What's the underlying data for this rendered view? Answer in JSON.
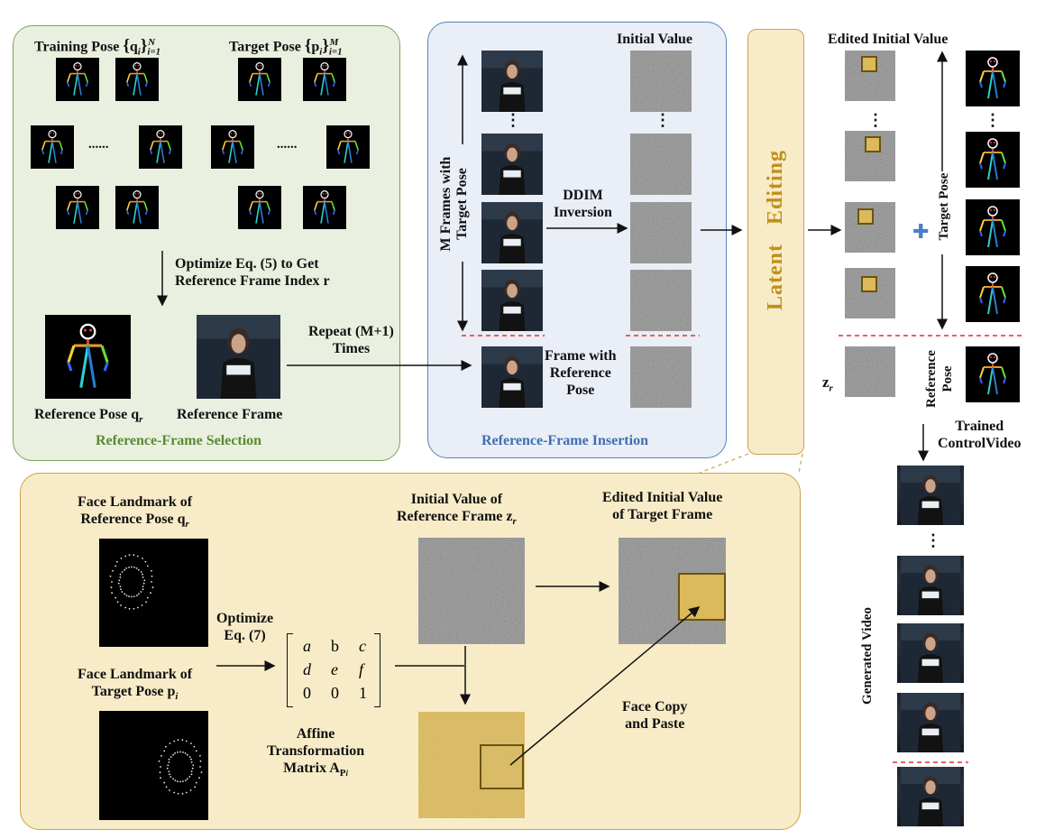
{
  "panels": {
    "selection": {
      "caption": "Reference-Frame Selection"
    },
    "insertion": {
      "caption": "Reference-Frame Insertion"
    },
    "latent": {
      "word1": "Latent",
      "word2": "Editing"
    }
  },
  "selection": {
    "training_pose": "Training Pose",
    "training_math": "{q_i}_{i=1}^N",
    "target_pose": "Target Pose",
    "target_math": "{p_i}_{i=1}^M",
    "dots": "......",
    "optimize_line1": "Optimize Eq. (5) to Get",
    "optimize_line2": "Reference Frame Index r",
    "ref_pose": "Reference Pose q",
    "ref_pose_sub": "r",
    "ref_frame": "Reference  Frame"
  },
  "repeat": {
    "line1": "Repeat (M+1)",
    "line2": "Times"
  },
  "insertion": {
    "initial_value": "Initial Value",
    "m_frames_line1": "M Frames with",
    "m_frames_line2": "Target Pose",
    "ddim_line1": "DDIM",
    "ddim_line2": "Inversion",
    "frame_ref_line1": "Frame with",
    "frame_ref_line2": "Reference",
    "frame_ref_line3": "Pose",
    "vdots": "⋮"
  },
  "right": {
    "edited_initial_value": "Edited Initial Value",
    "target_pose": "Target Pose",
    "reference_pose_line1": "Reference",
    "reference_pose_line2": "Pose",
    "zr": "z",
    "zr_sub": "r",
    "trained_line1": "Trained",
    "trained_line2": "ControlVideo",
    "generated_video": "Generated Video",
    "plus": "✚"
  },
  "bottom": {
    "face_ref_line1": "Face Landmark of",
    "face_ref_line2": "Reference Pose q",
    "face_ref_sub": "r",
    "face_tgt_line1": "Face Landmark of",
    "face_tgt_line2": "Target Pose p",
    "face_tgt_sub": "i",
    "optimize_line1": "Optimize",
    "optimize_line2": "Eq. (7)",
    "matrix": [
      [
        "a",
        "b",
        "c"
      ],
      [
        "d",
        "e",
        "f"
      ],
      [
        "0",
        "0",
        "1"
      ]
    ],
    "affine_line1": "Affine",
    "affine_line2": "Transformation",
    "affine_line3": "Matrix  A",
    "affine_sub": "P",
    "affine_subsub": "i",
    "init_ref_line1": "Initial Value of",
    "init_ref_line2": "Reference Frame z",
    "init_ref_sub": "r",
    "edited_tgt_line1": "Edited Initial Value",
    "edited_tgt_line2": "of  Target Frame",
    "face_copy_line1": "Face Copy",
    "face_copy_line2": "and Paste"
  },
  "colors": {
    "selection_bg": "#eaf0e0",
    "selection_border": "#7aa35a",
    "selection_caption": "#5a8a32",
    "insertion_bg": "#e9eef7",
    "insertion_border": "#5b83b8",
    "insertion_caption": "#3f6fb0",
    "latent_bg": "#f8ecc8",
    "latent_border": "#c9a24a",
    "latent_text": "#c08f1c",
    "dashed_red": "#e03030",
    "plus_blue": "#4a7fc8"
  }
}
